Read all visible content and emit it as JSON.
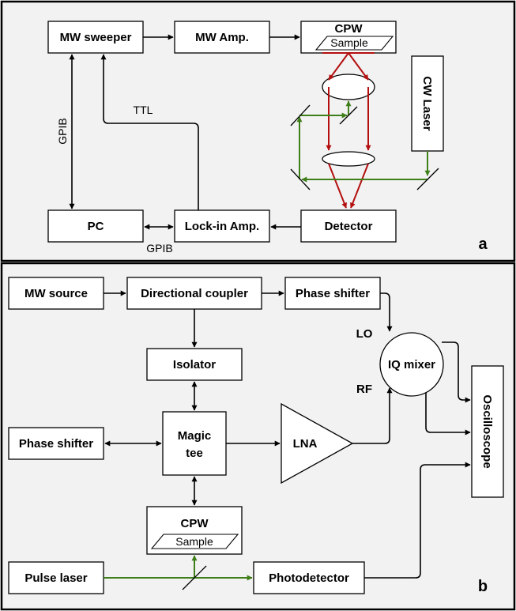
{
  "panel_a": {
    "tag": "a",
    "mw_sweeper": "MW sweeper",
    "mw_amp": "MW Amp.",
    "cpw": "CPW",
    "sample": "Sample",
    "cw_laser": "CW Laser",
    "ttl": "TTL",
    "gpib_vertical": "GPIB",
    "gpib_bottom": "GPIB",
    "pc": "PC",
    "lockin": "Lock-in Amp.",
    "detector": "Detector"
  },
  "panel_b": {
    "tag": "b",
    "mw_source": "MW source",
    "directional_coupler": "Directional coupler",
    "phase_shifter_top": "Phase shifter",
    "lo": "LO",
    "rf": "RF",
    "iq_mixer": "IQ mixer",
    "isolator": "Isolator",
    "oscilloscope": "Oscilloscope",
    "phase_shifter_left": "Phase shifter",
    "magic_tee_line1": "Magic",
    "magic_tee_line2": "tee",
    "lna": "LNA",
    "cpw": "CPW",
    "sample": "Sample",
    "pulse_laser": "Pulse laser",
    "photodetector": "Photodetector"
  },
  "colors": {
    "laser_green": "#3f7f1a",
    "signal_red": "#b40f0f",
    "panel_bg": "#f2f2f2"
  }
}
